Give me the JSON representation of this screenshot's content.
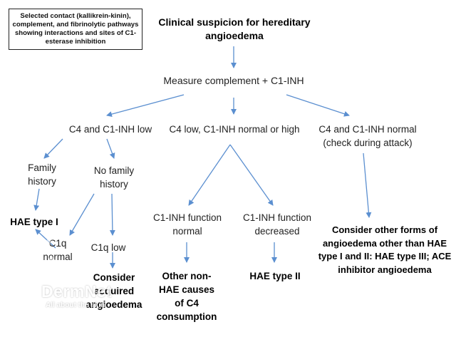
{
  "caption": "Selected contact (kallikrein-kinin), complement, and fibrinolytic pathways showing interactions and sites of C1-esterase inhibition",
  "nodes": {
    "root": "Clinical suspicion for hereditary\nangioedema",
    "measure": "Measure complement + C1-INH",
    "c4_c1inh_low": "C4 and C1-INH low",
    "c4low_c1inh_normal_high": "C4 low, C1-INH normal or high",
    "c4_c1inh_normal": "C4 and C1-INH normal\n(check during attack)",
    "family_history": "Family\nhistory",
    "no_family_history": "No family\nhistory",
    "hae_type_1": "HAE type I",
    "c1q_normal": "C1q\nnormal",
    "c1q_low": "C1q low",
    "consider_acquired": "Consider\nacquired\nangioedema",
    "c1inh_function_normal": "C1-INH function\nnormal",
    "c1inh_function_decreased": "C1-INH function\ndecreased",
    "other_non_hae": "Other non-\nHAE causes\nof C4\nconsumption",
    "hae_type_2": "HAE type II",
    "consider_other_forms": "Consider other forms of\nangioedema other than HAE\ntype I and II: HAE type III; ACE\ninhibitor angioedema"
  },
  "watermark": {
    "brand": "DermNet",
    "tagline": "All about the skin"
  },
  "colors": {
    "arrow": "#5b8fd0",
    "text": "#111111",
    "caption_border": "#222222"
  }
}
